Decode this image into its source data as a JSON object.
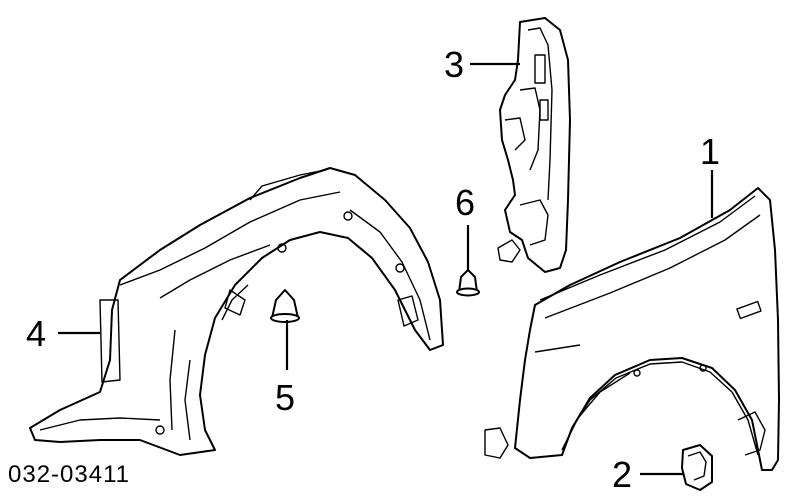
{
  "diagram": {
    "code": "032-03411",
    "callouts": [
      "1",
      "2",
      "3",
      "4",
      "5",
      "6"
    ]
  },
  "colors": {
    "ink": "#000000",
    "background": "#ffffff"
  }
}
